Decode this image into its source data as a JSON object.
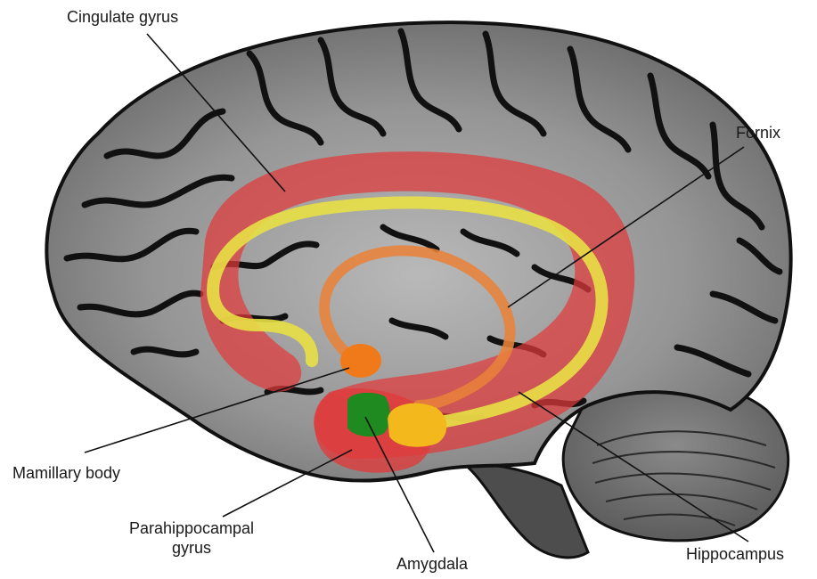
{
  "labels": {
    "cingulate_gyrus": "Cingulate gyrus",
    "fornix": "Fornix",
    "mamillary_body": "Mamillary body",
    "parahippocampal_gyrus_line1": "Parahippocampal",
    "parahippocampal_gyrus_line2": "gyrus",
    "amygdala": "Amygdala",
    "hippocampus": "Hippocampus"
  },
  "colors": {
    "cortex": "#8c8c8c",
    "sulci": "#111111",
    "cerebellum": "#6e6e6e",
    "brainstem": "#4a4a4a",
    "cingulate_region": "#e03a3a",
    "fornix": "#e8e046",
    "mamillary_tract": "#e8823a",
    "mamillary_body": "#f07a1a",
    "amygdala": "#1f8a1f",
    "hippocampus_head": "#f2b81c",
    "leader_lines": "#111111"
  }
}
